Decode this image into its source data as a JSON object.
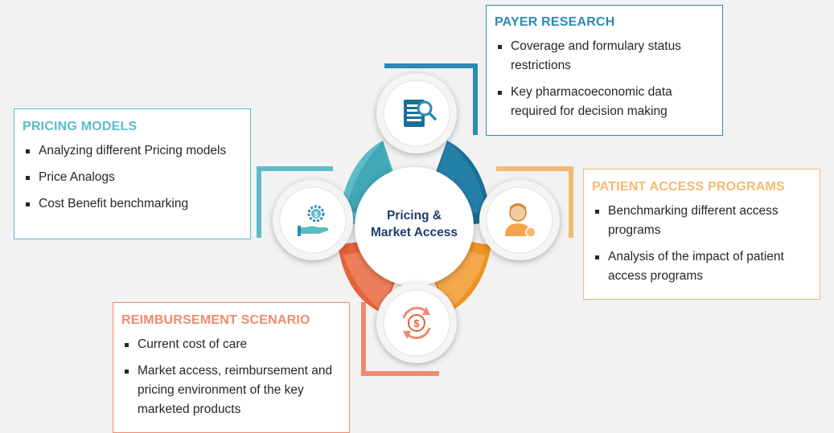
{
  "center": {
    "line1": "Pricing &",
    "line2": "Market Access"
  },
  "colors": {
    "payer": "#2a8bb8",
    "pricing": "#5bbcc6",
    "patient": "#f5b971",
    "reimbursement": "#ef8a6e",
    "center_text": "#1f3d6b"
  },
  "panels": {
    "payer_research": {
      "title": "PAYER RESEARCH",
      "items": [
        "Coverage and formulary status restrictions",
        "Key pharmacoeconomic data required for decision making"
      ],
      "icon": "document-search-icon"
    },
    "pricing_models": {
      "title": "PRICING MODELS",
      "items": [
        "Analyzing different Pricing models",
        "Price Analogs",
        "Cost Benefit benchmarking"
      ],
      "icon": "hand-coin-gear-icon"
    },
    "patient_access": {
      "title": "PATIENT ACCESS PROGRAMS",
      "items": [
        "Benchmarking different access programs",
        "Analysis of the impact of patient access programs"
      ],
      "icon": "patient-user-icon"
    },
    "reimbursement": {
      "title": "REIMBURSEMENT SCENARIO",
      "items": [
        "Current cost of care",
        "Market access, reimbursement and pricing environment of the key marketed products"
      ],
      "icon": "dollar-cycle-icon"
    }
  }
}
